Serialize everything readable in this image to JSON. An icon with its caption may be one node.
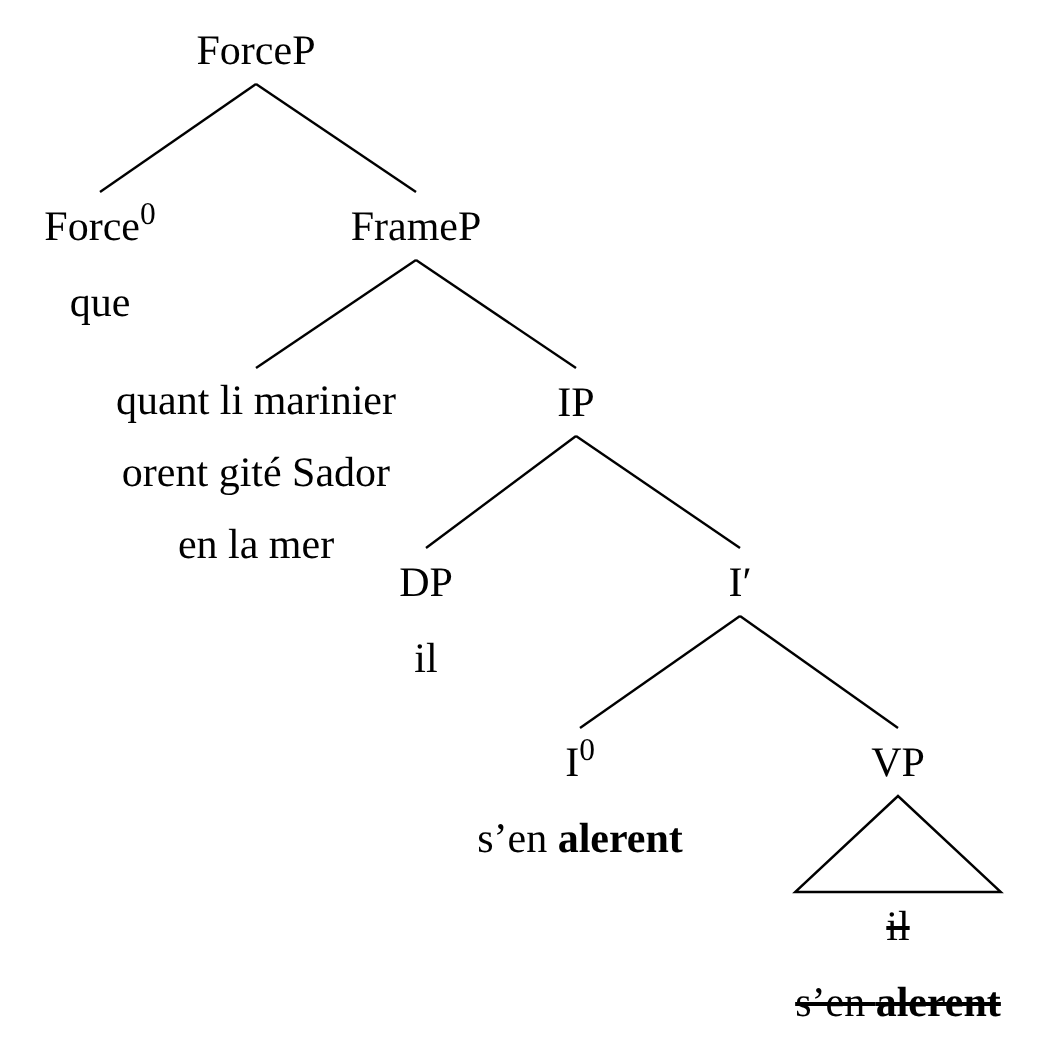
{
  "diagram": {
    "nodes": [
      {
        "text": [
          "ForceP"
        ]
      },
      {
        "text": [
          "Force$^{0}$",
          "que"
        ]
      },
      {
        "text": [
          "FrameP"
        ]
      },
      {
        "text": [
          "quant li marinier orent gité Sador en la mer"
        ]
      },
      {
        "text": [
          "IP"
        ]
      },
      {
        "text": [
          "DP",
          "il"
        ]
      },
      {
        "text": [
          "I′"
        ]
      },
      {
        "text": [
          "I$^{0}$",
          "s’en **alerent**"
        ]
      },
      {
        "text": [
          "VP"
        ]
      },
      {
        "text": [
          "il",
          "s’en **alerent**"
        ]
      }
    ],
    "edges": [
      {
        "from": 0,
        "to": 1,
        "arrow": "none"
      },
      {
        "from": 0,
        "to": 2,
        "arrow": "none"
      },
      {
        "from": 2,
        "to": 3,
        "arrow": "none"
      },
      {
        "from": 2,
        "to": 4,
        "arrow": "none"
      },
      {
        "from": 4,
        "to": 5,
        "arrow": "none"
      },
      {
        "from": 4,
        "to": 6,
        "arrow": "none"
      },
      {
        "from": 6,
        "to": 7,
        "arrow": "none"
      },
      {
        "from": 6,
        "to": 8,
        "arrow": "none"
      },
      {
        "from": 8,
        "to": 9,
        "arrow": "none"
      }
    ]
  }
}
